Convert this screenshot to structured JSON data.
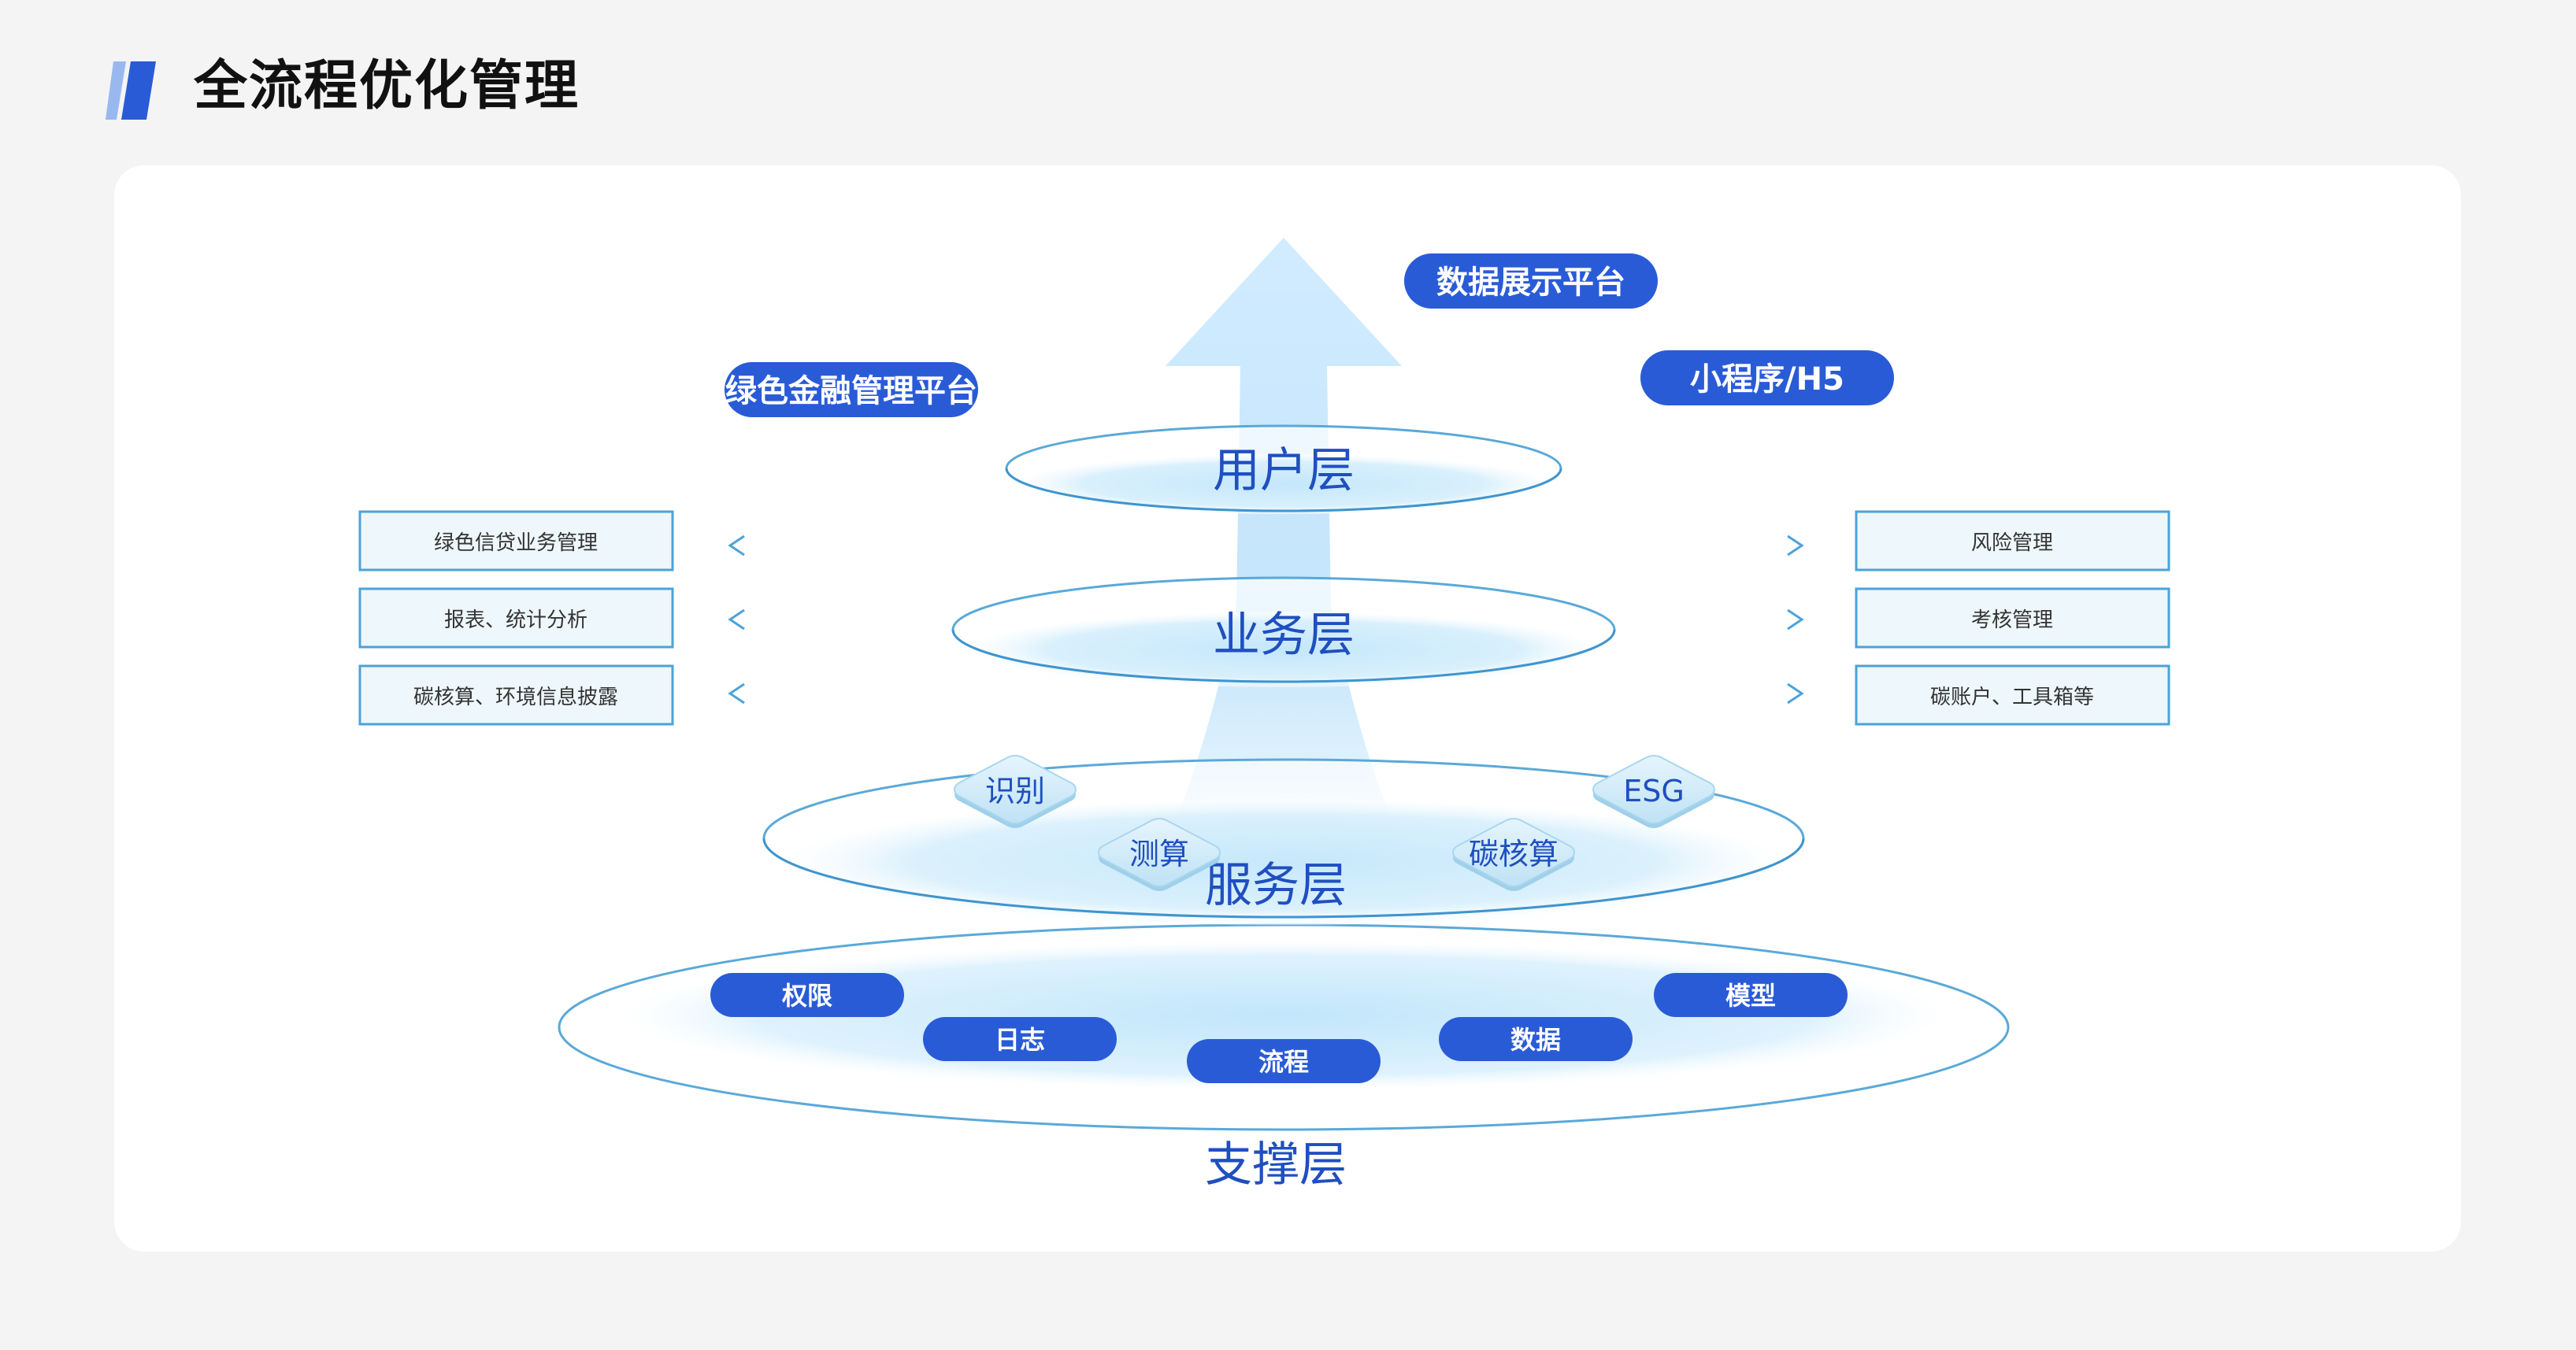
{
  "page_title": "全流程优化管理",
  "colors": {
    "accent": "#2a5bd7",
    "layer_text": "#1f4fc0",
    "box_border": "#4aa3d9",
    "box_fill": "#eef7fb"
  },
  "top_labels": {
    "green_finance": "绿色金融管理平台",
    "data_display": "数据展示平台",
    "mini_program": "小程序/H5"
  },
  "layers": {
    "user": "用户层",
    "business": "业务层",
    "service": "服务层",
    "support": "支撑层"
  },
  "left_boxes": [
    "绿色信贷业务管理",
    "报表、统计分析",
    "碳核算、环境信息披露"
  ],
  "right_boxes": [
    "风险管理",
    "考核管理",
    "碳账户、工具箱等"
  ],
  "service_items": [
    "识别",
    "测算",
    "碳核算",
    "ESG"
  ],
  "support_items": [
    "权限",
    "日志",
    "流程",
    "数据",
    "模型"
  ]
}
